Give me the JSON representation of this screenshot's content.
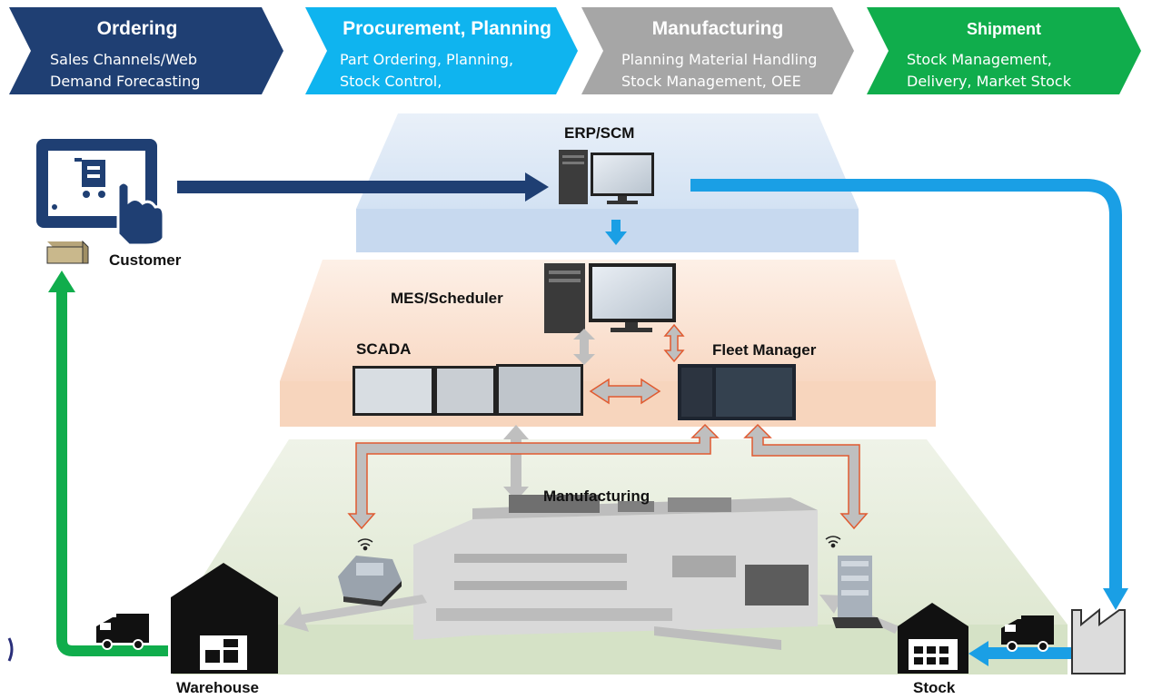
{
  "stages": [
    {
      "title": "Ordering",
      "lines": [
        "Sales Channels/Web",
        "Demand Forecasting"
      ],
      "color": "#1f3f73"
    },
    {
      "title": "Procurement, Planning",
      "lines": [
        "Part Ordering, Planning,",
        "Stock Control,"
      ],
      "color": "#0fb4ef"
    },
    {
      "title": "Manufacturing",
      "lines": [
        "Planning Material Handling",
        "Stock Management, OEE"
      ],
      "color": "#a6a6a6"
    },
    {
      "title": "Shipment",
      "lines": [
        "Stock Management,",
        "Delivery, Market Stock"
      ],
      "color": "#10ad4c"
    }
  ],
  "labels": {
    "erp": "ERP/SCM",
    "customer": "Customer",
    "mes": "MES/Scheduler",
    "scada": "SCADA",
    "fleet": "Fleet Manager",
    "manufacturing": "Manufacturing",
    "warehouse": "Warehouse",
    "stock": "Stock"
  },
  "colors": {
    "layer_top": "#dde8f5",
    "layer_middle": "#fbe3d3",
    "layer_bottom": "#e6eedc",
    "flow_blue": "#1a9fe5",
    "flow_navy": "#1f3f73",
    "flow_green": "#10ad4c",
    "arrow_gray": "#c0c0c0",
    "arrow_outline": "#e05a30"
  },
  "icons": [
    "cart-tablet-icon",
    "box-icon",
    "computer-icon",
    "monitor-icon",
    "truck-icon",
    "warehouse-icon",
    "factory-icon",
    "wifi-icon",
    "agv-robot-icon",
    "production-line"
  ]
}
